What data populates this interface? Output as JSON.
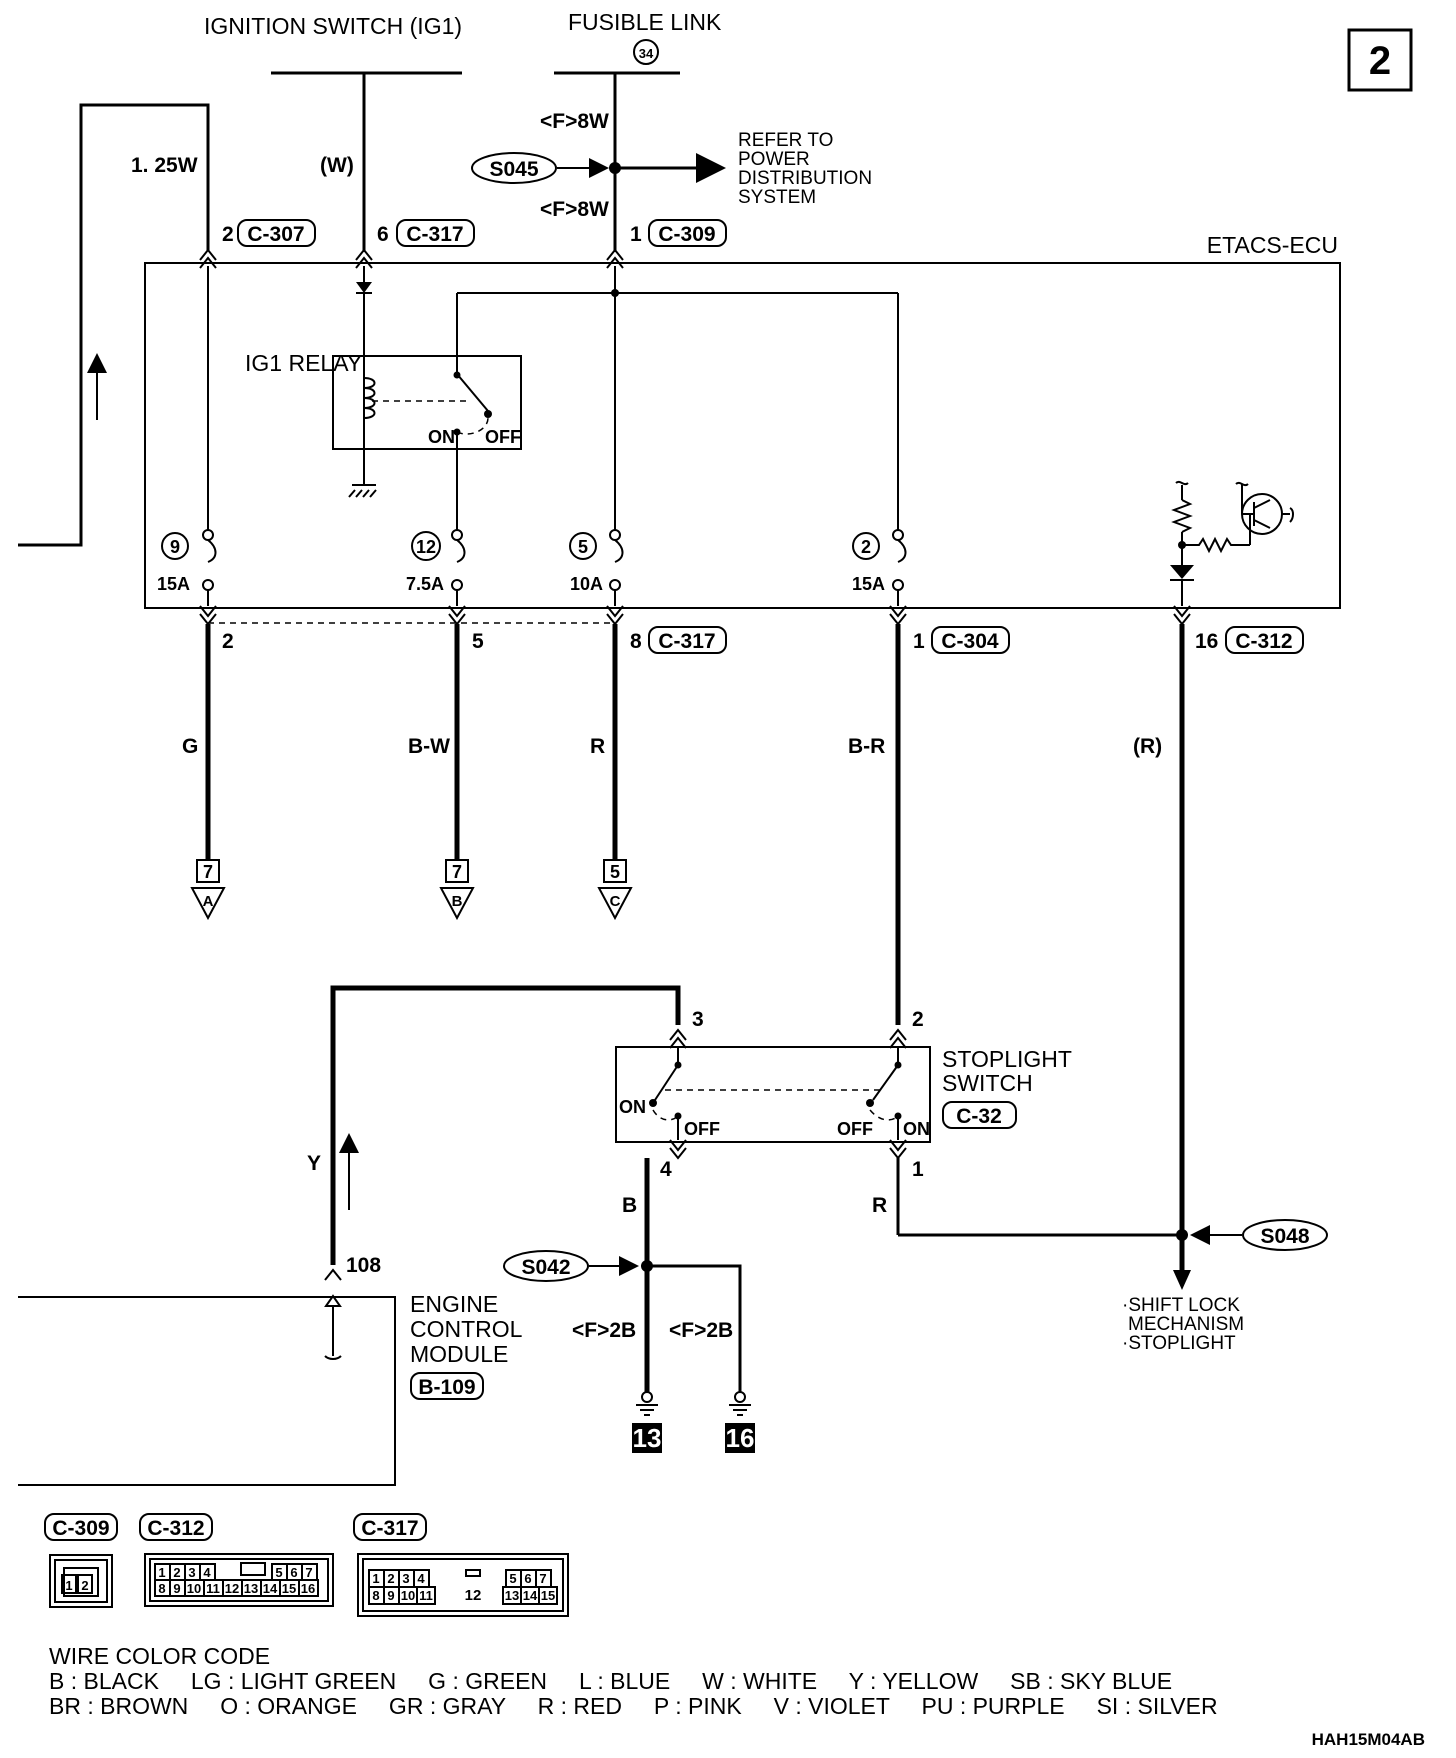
{
  "page_number": "2",
  "sources": {
    "ignition_switch": "IGNITION SWITCH (IG1)",
    "fusible_link": "FUSIBLE LINK",
    "fusible_link_number": "34"
  },
  "wires": {
    "left_feed": "1. 25W",
    "ignition_feed": "(W)",
    "fusible_upper": "<F>8W",
    "fusible_lower": "<F>8W",
    "g": "G",
    "bw": "B-W",
    "r": "R",
    "br": "B-R",
    "r_paren": "(R)",
    "y": "Y",
    "b": "B",
    "r_switch": "R",
    "ground_a": "<F>2B",
    "ground_b": "<F>2B"
  },
  "splices": {
    "s045": "S045",
    "s048": "S048",
    "s042": "S042"
  },
  "refer_to": "REFER TO POWER DISTRIBUTION SYSTEM",
  "ecu": {
    "label": "ETACS-ECU",
    "ig1_relay": "IG1 RELAY",
    "relay_on": "ON",
    "relay_off": "OFF"
  },
  "top_pins": {
    "p1": "2",
    "c1": "C-307",
    "p2": "6",
    "c2": "C-317",
    "p3": "1",
    "c3": "C-309"
  },
  "fuses": [
    {
      "num": "9",
      "amp": "15A"
    },
    {
      "num": "12",
      "amp": "7.5A"
    },
    {
      "num": "5",
      "amp": "10A"
    },
    {
      "num": "2",
      "amp": "15A"
    }
  ],
  "bottom_pins": {
    "p1": "2",
    "p2": "5",
    "p3": "8",
    "c3": "C-317",
    "p4": "1",
    "c4": "C-304",
    "p5": "16",
    "c5": "C-312"
  },
  "continuations": [
    {
      "page": "7",
      "letter": "A"
    },
    {
      "page": "7",
      "letter": "B"
    },
    {
      "page": "5",
      "letter": "C"
    }
  ],
  "stoplight_switch": {
    "label_1": "STOPLIGHT",
    "label_2": "SWITCH",
    "connector": "C-32",
    "pin_top_left": "3",
    "pin_top_right": "2",
    "pin_bottom_left": "4",
    "pin_bottom_right": "1",
    "on_left": "ON",
    "off_left": "OFF",
    "off_right": "OFF",
    "on_right": "ON"
  },
  "to_targets": {
    "line1": "·SHIFT LOCK",
    "line2": "MECHANISM",
    "line3": "·STOPLIGHT"
  },
  "ecm": {
    "pin": "108",
    "line1": "ENGINE",
    "line2": "CONTROL",
    "line3": "MODULE",
    "connector": "B-109"
  },
  "grounds": [
    "13",
    "16"
  ],
  "connector_views": {
    "c309": "C-309",
    "c312": "C-312",
    "c317": "C-317",
    "c309_pins": [
      "1",
      "2"
    ],
    "c312_row1": [
      "1",
      "2",
      "3",
      "4",
      "5",
      "6",
      "7"
    ],
    "c312_row2": [
      "8",
      "9",
      "10",
      "11",
      "12",
      "13",
      "14",
      "15",
      "16"
    ],
    "c317_row1": [
      "1",
      "2",
      "3",
      "4",
      "5",
      "6",
      "7"
    ],
    "c317_row2": [
      "8",
      "9",
      "10",
      "11",
      "13",
      "14",
      "15"
    ],
    "c317_mid": "12"
  },
  "wire_color_code": {
    "title": "WIRE COLOR CODE",
    "line1": "B : BLACK     LG : LIGHT GREEN     G : GREEN     L : BLUE     W : WHITE     Y : YELLOW     SB : SKY BLUE",
    "line2": "BR : BROWN     O : ORANGE     GR : GRAY     R : RED     P : PINK     V : VIOLET     PU : PURPLE     SI : SILVER"
  },
  "diagram_code": "HAH15M04AB"
}
